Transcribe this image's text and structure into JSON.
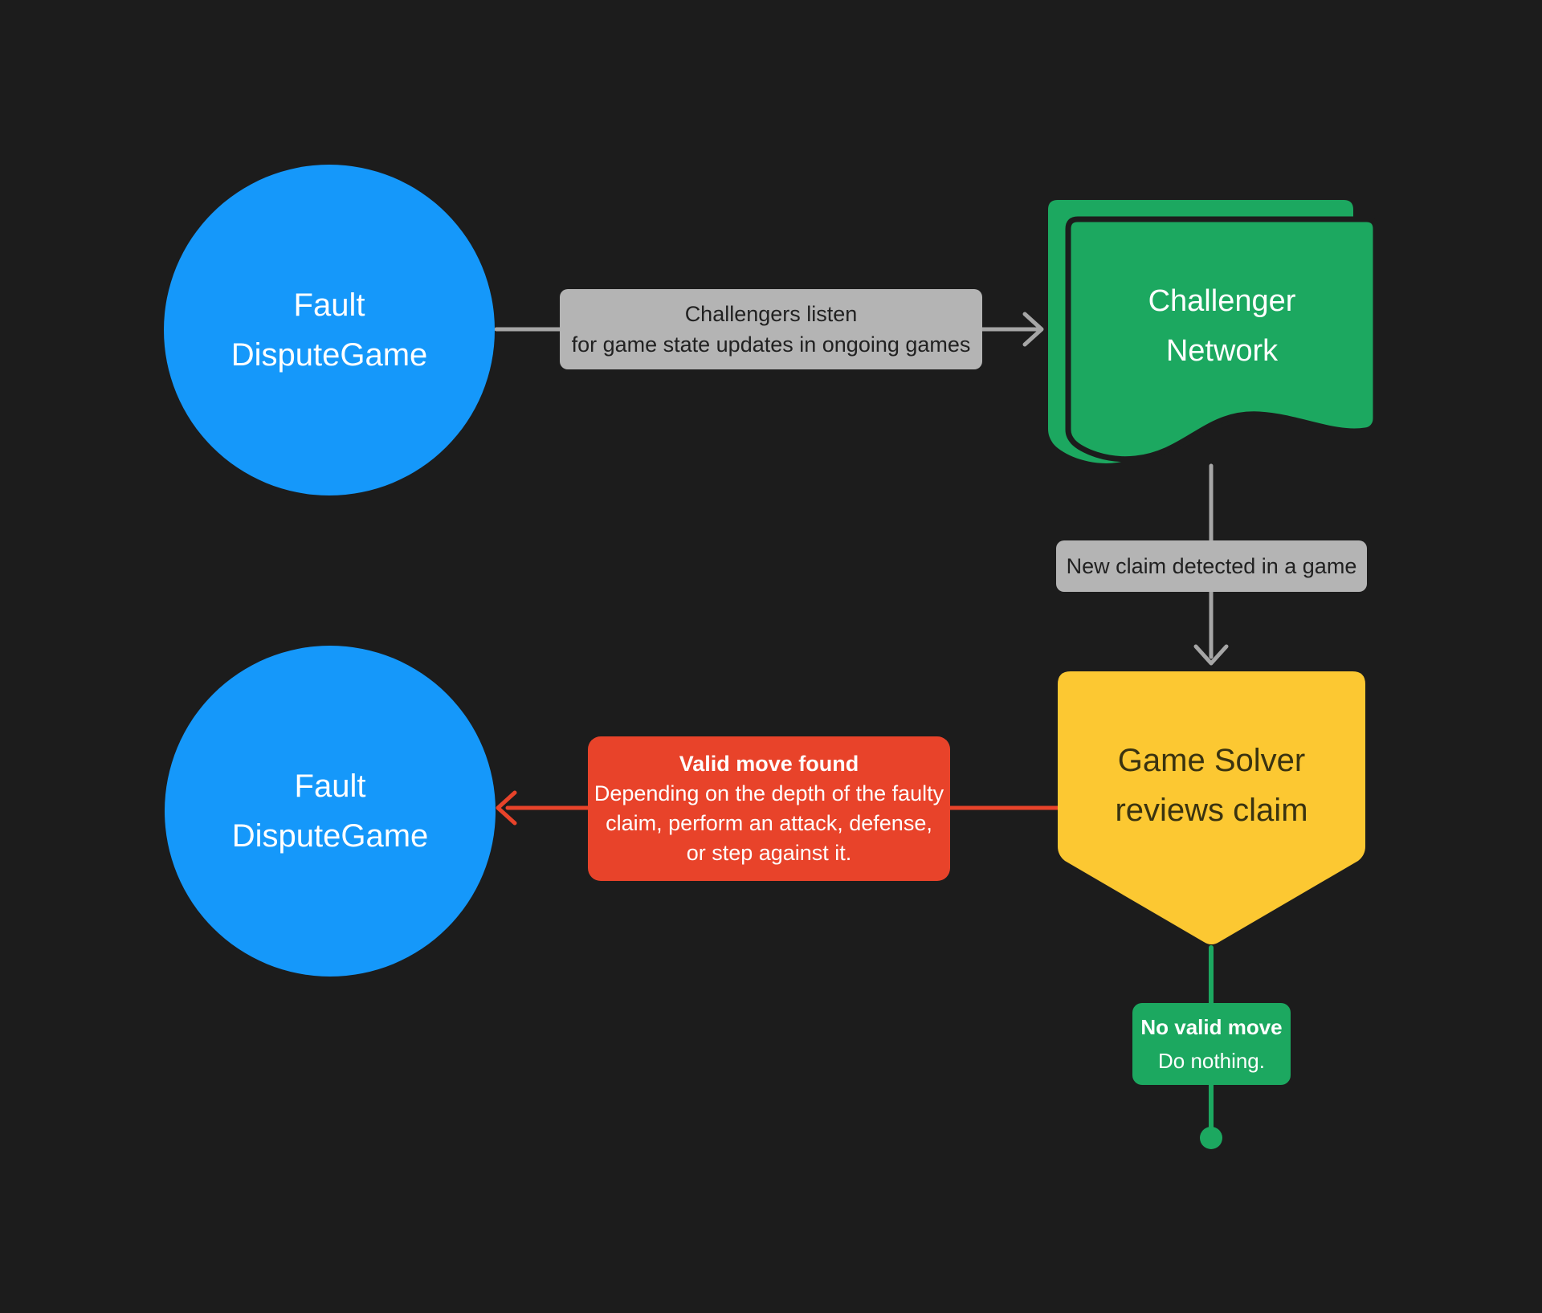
{
  "background": "#1c1c1c",
  "colors": {
    "node_blue": "#1598fa",
    "node_green": "#1ca860",
    "node_yellow": "#fcc832",
    "action_red": "#e8432a",
    "label_gray": "#b4b4b4",
    "connector_gray": "#a6a6a6",
    "text_on_gray": "#212121",
    "text_on_yellow": "#3a3310",
    "text_light": "#ffffff"
  },
  "nodes": {
    "fault_dispute_game_top": {
      "line1": "Fault",
      "line2": "DisputeGame"
    },
    "challenger_network": {
      "line1": "Challenger",
      "line2": "Network"
    },
    "game_solver": {
      "line1": "Game Solver",
      "line2": "reviews claim"
    },
    "fault_dispute_game_bottom": {
      "line1": "Fault",
      "line2": "DisputeGame"
    }
  },
  "edge_labels": {
    "challengers_listen": {
      "line1": "Challengers listen",
      "line2": "for game state updates in ongoing games"
    },
    "new_claim": {
      "text": "New claim detected in a game"
    },
    "valid_move": {
      "title": "Valid move found",
      "line1": "Depending on the depth of the faulty",
      "line2": "claim, perform an attack, defense,",
      "line3": "or step against it."
    },
    "no_valid_move": {
      "title": "No valid move",
      "body": "Do nothing."
    }
  }
}
